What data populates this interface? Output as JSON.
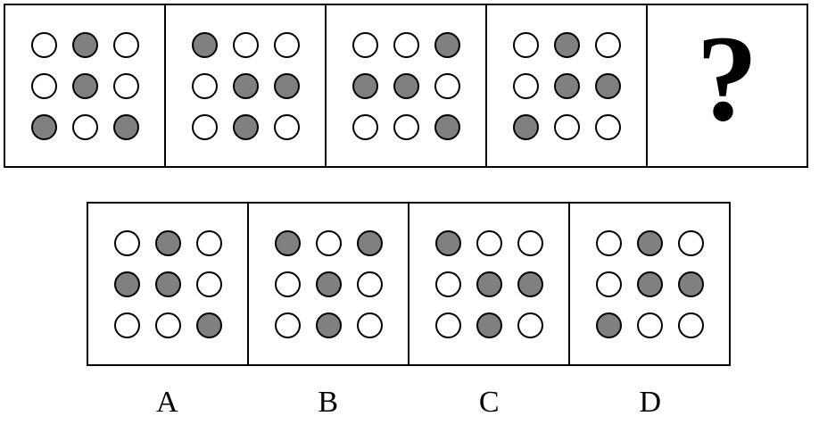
{
  "puzzle": {
    "question_mark": "?",
    "cell_encoding": {
      "0": "white-circle",
      "1": "gray-circle"
    },
    "colors": {
      "filled": "#808080",
      "empty": "#ffffff",
      "outline": "#000000"
    },
    "sequence": [
      {
        "grid": [
          [
            0,
            1,
            0
          ],
          [
            0,
            1,
            0
          ],
          [
            1,
            0,
            1
          ]
        ]
      },
      {
        "grid": [
          [
            1,
            0,
            0
          ],
          [
            0,
            1,
            1
          ],
          [
            0,
            1,
            0
          ]
        ]
      },
      {
        "grid": [
          [
            0,
            0,
            1
          ],
          [
            1,
            1,
            0
          ],
          [
            0,
            0,
            1
          ]
        ]
      },
      {
        "grid": [
          [
            0,
            1,
            0
          ],
          [
            0,
            1,
            1
          ],
          [
            1,
            0,
            0
          ]
        ]
      }
    ],
    "options": [
      {
        "label": "A",
        "grid": [
          [
            0,
            1,
            0
          ],
          [
            1,
            1,
            0
          ],
          [
            0,
            0,
            1
          ]
        ]
      },
      {
        "label": "B",
        "grid": [
          [
            1,
            0,
            1
          ],
          [
            0,
            1,
            0
          ],
          [
            0,
            1,
            0
          ]
        ]
      },
      {
        "label": "C",
        "grid": [
          [
            1,
            0,
            0
          ],
          [
            0,
            1,
            1
          ],
          [
            0,
            1,
            0
          ]
        ]
      },
      {
        "label": "D",
        "grid": [
          [
            0,
            1,
            0
          ],
          [
            0,
            1,
            1
          ],
          [
            1,
            0,
            0
          ]
        ]
      }
    ]
  }
}
